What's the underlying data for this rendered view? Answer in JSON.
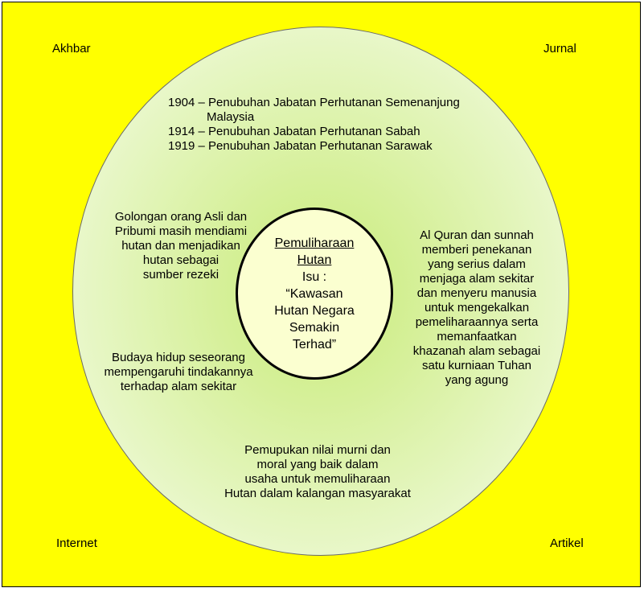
{
  "corners": {
    "top_left": "Akhbar",
    "top_right": "Jurnal",
    "bottom_left": "Internet",
    "bottom_right": "Artikel"
  },
  "history": {
    "line1": "1904 – Penubuhan Jabatan Perhutanan Semenanjung",
    "line1b": "Malaysia",
    "line2": "1914 – Penubuhan Jabatan Perhutanan Sabah",
    "line3": "1919 – Penubuhan Jabatan Perhutanan Sarawak"
  },
  "left_upper": {
    "lines": [
      "Golongan orang Asli dan",
      "Pribumi masih mendiami",
      "hutan dan menjadikan",
      "hutan sebagai",
      "sumber rezeki"
    ]
  },
  "left_lower": {
    "lines": [
      "Budaya hidup seseorang",
      "mempengaruhi tindakannya",
      "terhadap alam sekitar"
    ]
  },
  "right": {
    "lines": [
      "Al Quran dan sunnah",
      "memberi penekanan",
      "yang serius dalam",
      "menjaga alam sekitar",
      "dan menyeru manusia",
      "untuk mengekalkan",
      "pemeliharaannya serta",
      "memanfaatkan",
      "khazanah alam sebagai",
      "satu kurniaan Tuhan",
      "yang agung"
    ]
  },
  "bottom": {
    "lines": [
      "Pemupukan nilai murni dan",
      "moral yang baik dalam",
      "usaha untuk memuliharaan",
      "Hutan dalam kalangan masyarakat"
    ]
  },
  "center": {
    "title_lines": [
      "Pemuliharaan",
      "Hutan"
    ],
    "body_lines": [
      "Isu :",
      "“Kawasan",
      "Hutan Negara",
      "Semakin",
      "Terhad”"
    ]
  },
  "colors": {
    "background": "#ffff00",
    "outer_circle": "#d6f09a",
    "inner_circle": "#fbffd0"
  }
}
